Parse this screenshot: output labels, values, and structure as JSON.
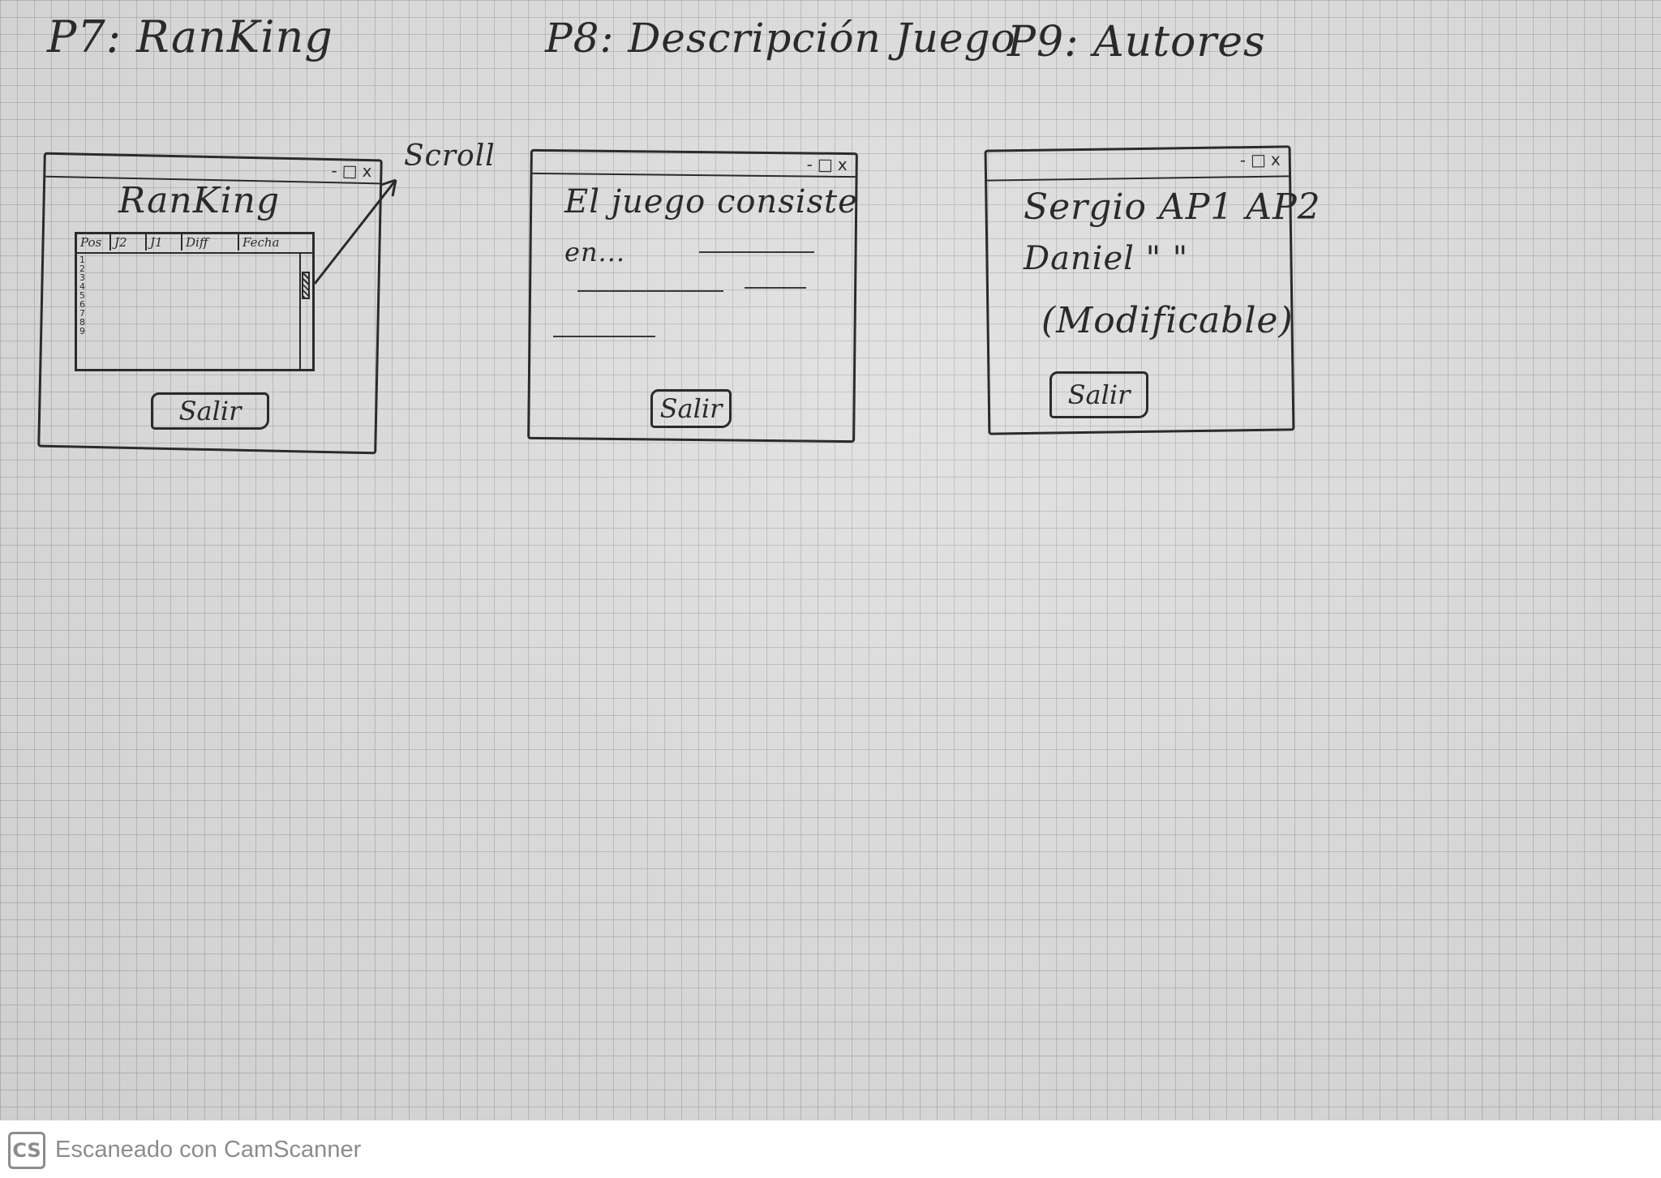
{
  "sheets": {
    "p7": {
      "title": "P7: RanKing",
      "window_heading": "RanKing",
      "window_controls": [
        "-",
        "□",
        "x"
      ],
      "table_columns": [
        "Pos",
        "J2",
        "J1",
        "Diff",
        "Fecha"
      ],
      "row_numbers": [
        "1",
        "2",
        "3",
        "4",
        "5",
        "6",
        "7",
        "8",
        "9"
      ],
      "scroll_annotation": "Scroll",
      "exit_button": "Salir"
    },
    "p8": {
      "title": "P8: Descripción Juego",
      "window_controls": [
        "-",
        "□",
        "x"
      ],
      "body_line1": "El juego consiste",
      "body_line2": "en...",
      "exit_button": "Salir"
    },
    "p9": {
      "title": "P9: Autores",
      "window_controls": [
        "-",
        "□",
        "x"
      ],
      "author1": "Sergio AP1 AP2",
      "author2": "Daniel  \"  \"",
      "note": "(Modificable)",
      "exit_button": "Salir"
    }
  },
  "watermark": {
    "logo": "CS",
    "text": "Escaneado con CamScanner"
  }
}
